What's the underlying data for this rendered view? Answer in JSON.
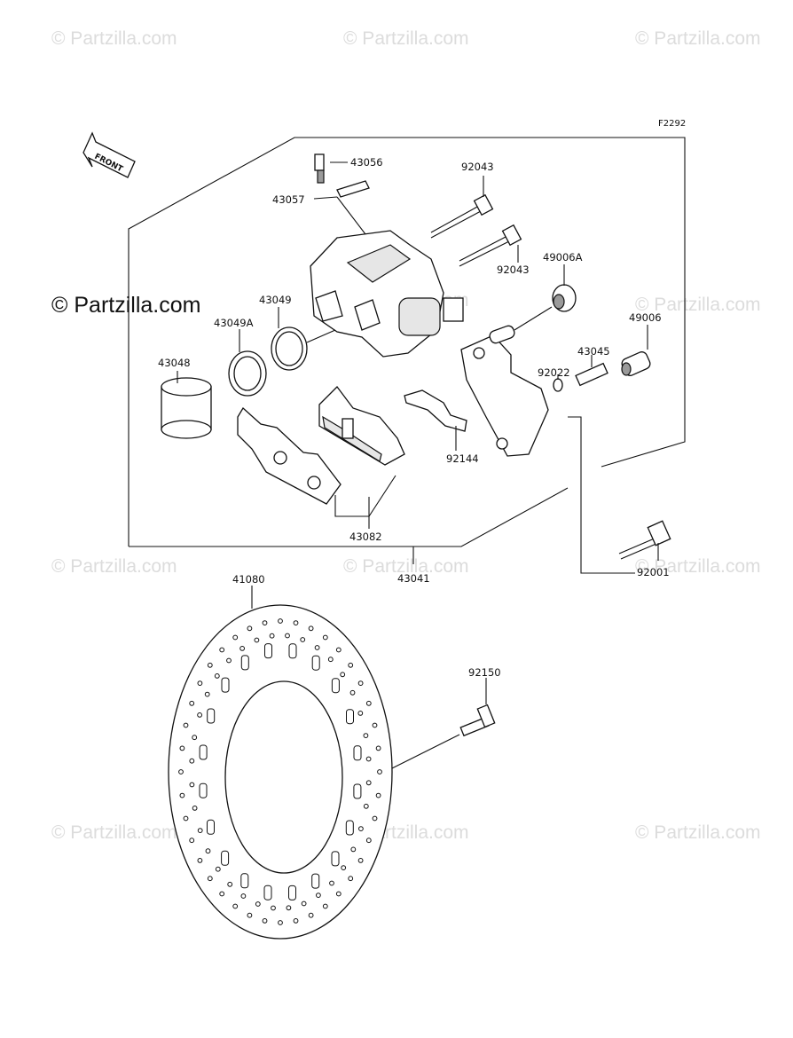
{
  "watermark": "© Partzilla.com",
  "brand": "© Partzilla.com",
  "figure_code": "F2292",
  "front_label": "FRONT",
  "icons": {
    "arrow": "front-arrow-icon"
  },
  "parts": {
    "p43056": "43056",
    "p43057": "43057",
    "p92043a": "92043",
    "p92043b": "92043",
    "p49006a": "49006A",
    "p43049": "43049",
    "p43049a": "43049A",
    "p43048": "43048",
    "p49006": "49006",
    "p43045": "43045",
    "p92022": "92022",
    "p92144": "92144",
    "p43082": "43082",
    "p43041": "43041",
    "p92001": "92001",
    "p41080": "41080",
    "p92150": "92150"
  }
}
